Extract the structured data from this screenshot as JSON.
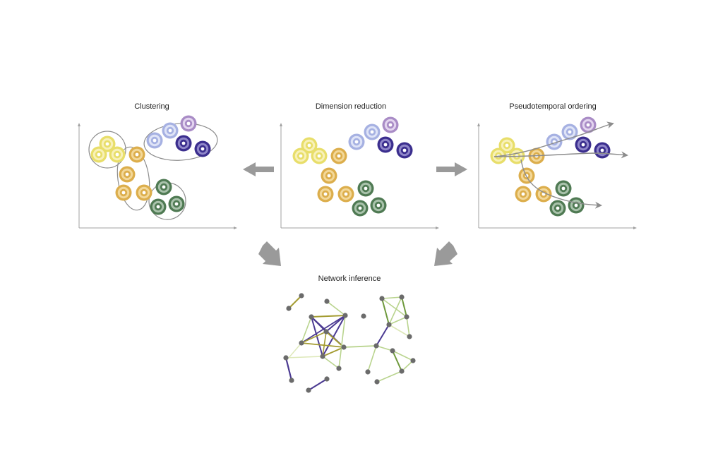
{
  "titles": {
    "clustering": "Clustering",
    "dimension_reduction": "Dimension reduction",
    "pseudotemporal": "Pseudotemporal ordering",
    "network": "Network inference"
  },
  "colors": {
    "yellow": "#e8de6a",
    "orange": "#dcae4c",
    "light_blue": "#a6b1e2",
    "lavender": "#a98cc6",
    "dark_blue": "#3b2e8e",
    "green": "#4f7a53",
    "axis": "#a0a0a0",
    "arrow": "#9a9a9a",
    "cluster_outline": "#8c8c8c",
    "trajectory": "#8c8c8c",
    "edge_olive": "#a49c32",
    "edge_purple": "#4b3a92",
    "edge_green": "#6f9a3d",
    "edge_light_green": "#b9d48e",
    "edge_pale": "#dde8b8",
    "node": "#6b6b6b"
  },
  "icons": [
    "arrow-left-icon",
    "arrow-right-icon",
    "arrow-down-right-icon",
    "arrow-down-left-icon"
  ]
}
